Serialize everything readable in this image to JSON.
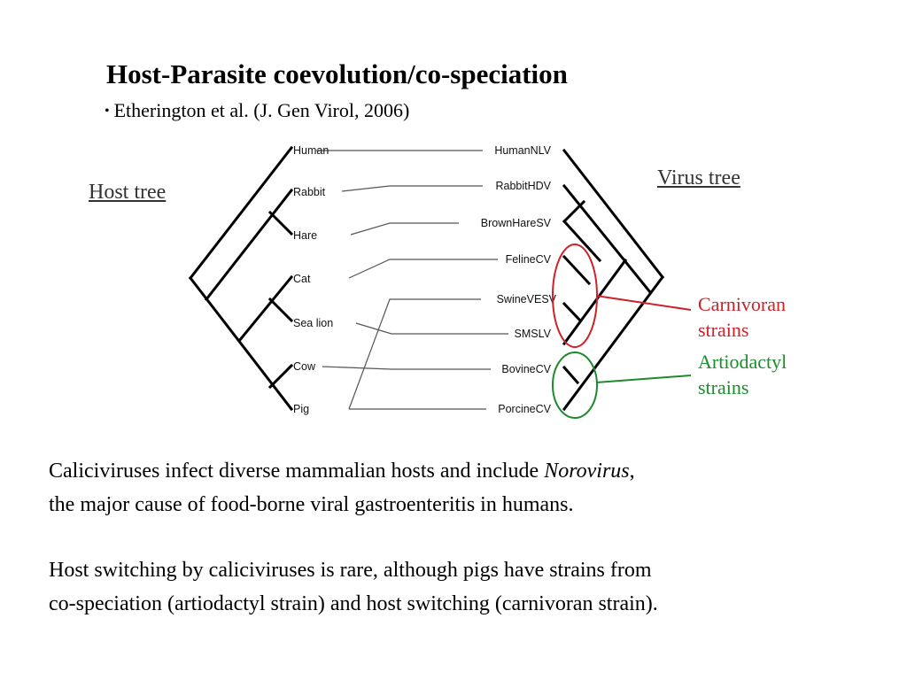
{
  "slide": {
    "title": "Host-Parasite coevolution/co-speciation",
    "citation": "Etherington et al. (J. Gen Virol, 2006)"
  },
  "diagram": {
    "host_tree_label": "Host tree",
    "virus_tree_label": "Virus tree",
    "hosts": [
      "Human",
      "Rabbit",
      "Hare",
      "Cat",
      "Sea lion",
      "Cow",
      "Pig"
    ],
    "viruses": [
      "HumanNLV",
      "RabbitHDV",
      "BrownHareSV",
      "FelineCV",
      "SwineVESV",
      "SMSLV",
      "BovineCV",
      "PorcineCV"
    ],
    "associations": [
      [
        "Human",
        "HumanNLV"
      ],
      [
        "Rabbit",
        "RabbitHDV"
      ],
      [
        "Hare",
        "BrownHareSV"
      ],
      [
        "Cat",
        "FelineCV"
      ],
      [
        "Sea lion",
        "SMSLV"
      ],
      [
        "Cow",
        "BovineCV"
      ],
      [
        "Pig",
        "SwineVESV"
      ],
      [
        "Pig",
        "PorcineCV"
      ]
    ],
    "callouts": {
      "carnivoran": {
        "line1": "Carnivoran",
        "line2": "strains",
        "color": "#cc2229"
      },
      "artiodactyl": {
        "line1": "Artiodactyl",
        "line2": "strains",
        "color": "#1e8a2e"
      }
    }
  },
  "body_text": {
    "para1_line1_pre": "Caliciviruses infect diverse mammalian hosts and include ",
    "para1_line1_italic": "Norovirus",
    "para1_line1_post": ",",
    "para1_line2": "the major cause of food-borne viral gastroenteritis in humans.",
    "para2_line1": "Host switching by caliciviruses is rare, although pigs have strains from",
    "para2_line2": "co-speciation (artiodactyl strain) and host switching (carnivoran strain)."
  }
}
